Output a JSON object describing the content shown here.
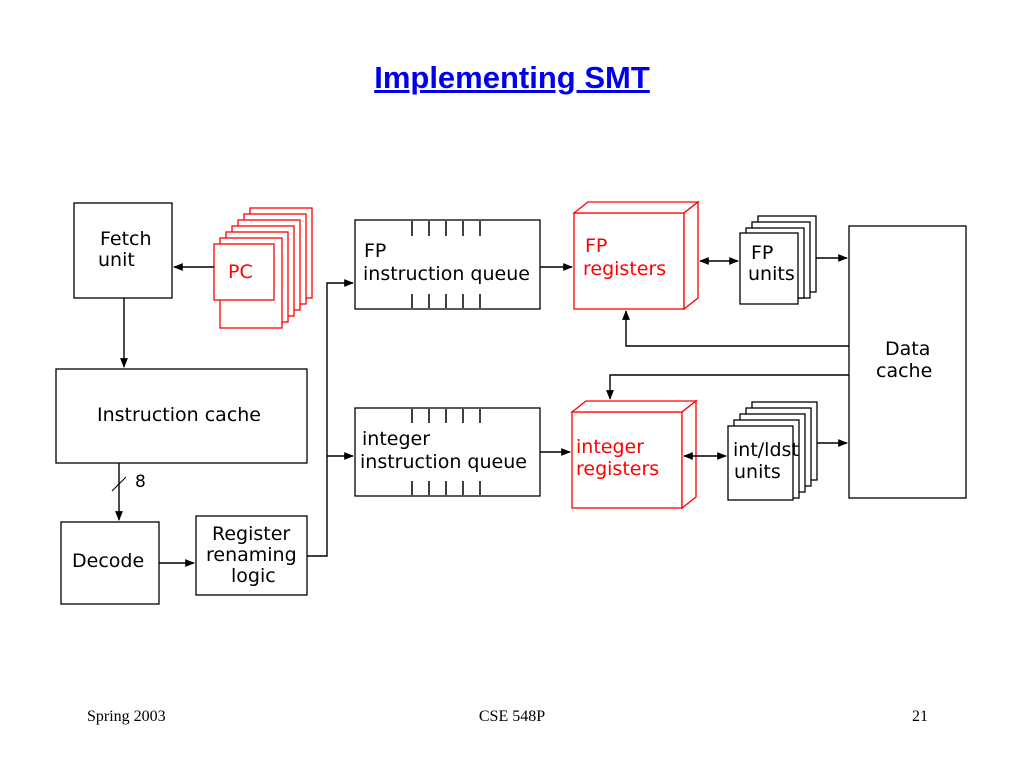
{
  "slide": {
    "title": "Implementing SMT",
    "footer": {
      "left": "Spring 2003",
      "center": "CSE 548P",
      "right": "21"
    }
  },
  "diagram": {
    "fetch_unit": [
      "Fetch",
      "unit"
    ],
    "pc": "PC",
    "instruction_cache": "Instruction cache",
    "fetch_width": "8",
    "decode": "Decode",
    "register_renaming": [
      "Register",
      "renaming",
      "logic"
    ],
    "fp_queue": [
      "FP",
      "instruction queue"
    ],
    "integer_queue": [
      "integer",
      "instruction queue"
    ],
    "fp_registers": [
      "FP",
      "registers"
    ],
    "integer_registers": [
      "integer",
      "registers"
    ],
    "fp_units": [
      "FP",
      "units"
    ],
    "int_ldst_units": [
      "int/ldst",
      "units"
    ],
    "data_cache": [
      "Data",
      "cache"
    ],
    "colors": {
      "highlight": "#ff0000",
      "line": "#000000",
      "title": "#0000ee"
    }
  }
}
